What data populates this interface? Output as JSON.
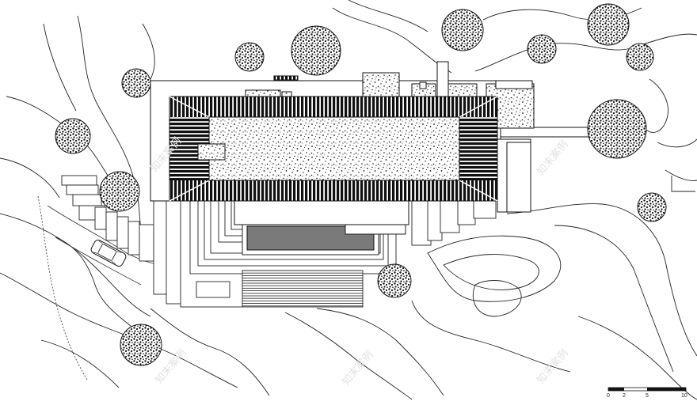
{
  "scale_bar": {
    "ticks": [
      "0",
      "2",
      "5",
      "10"
    ]
  },
  "watermark": {
    "text": "知末案例"
  },
  "colors": {
    "ink": "#111111",
    "background": "#ffffff",
    "pool": "#7a7a7a",
    "watermark": "#e2e2e2"
  }
}
